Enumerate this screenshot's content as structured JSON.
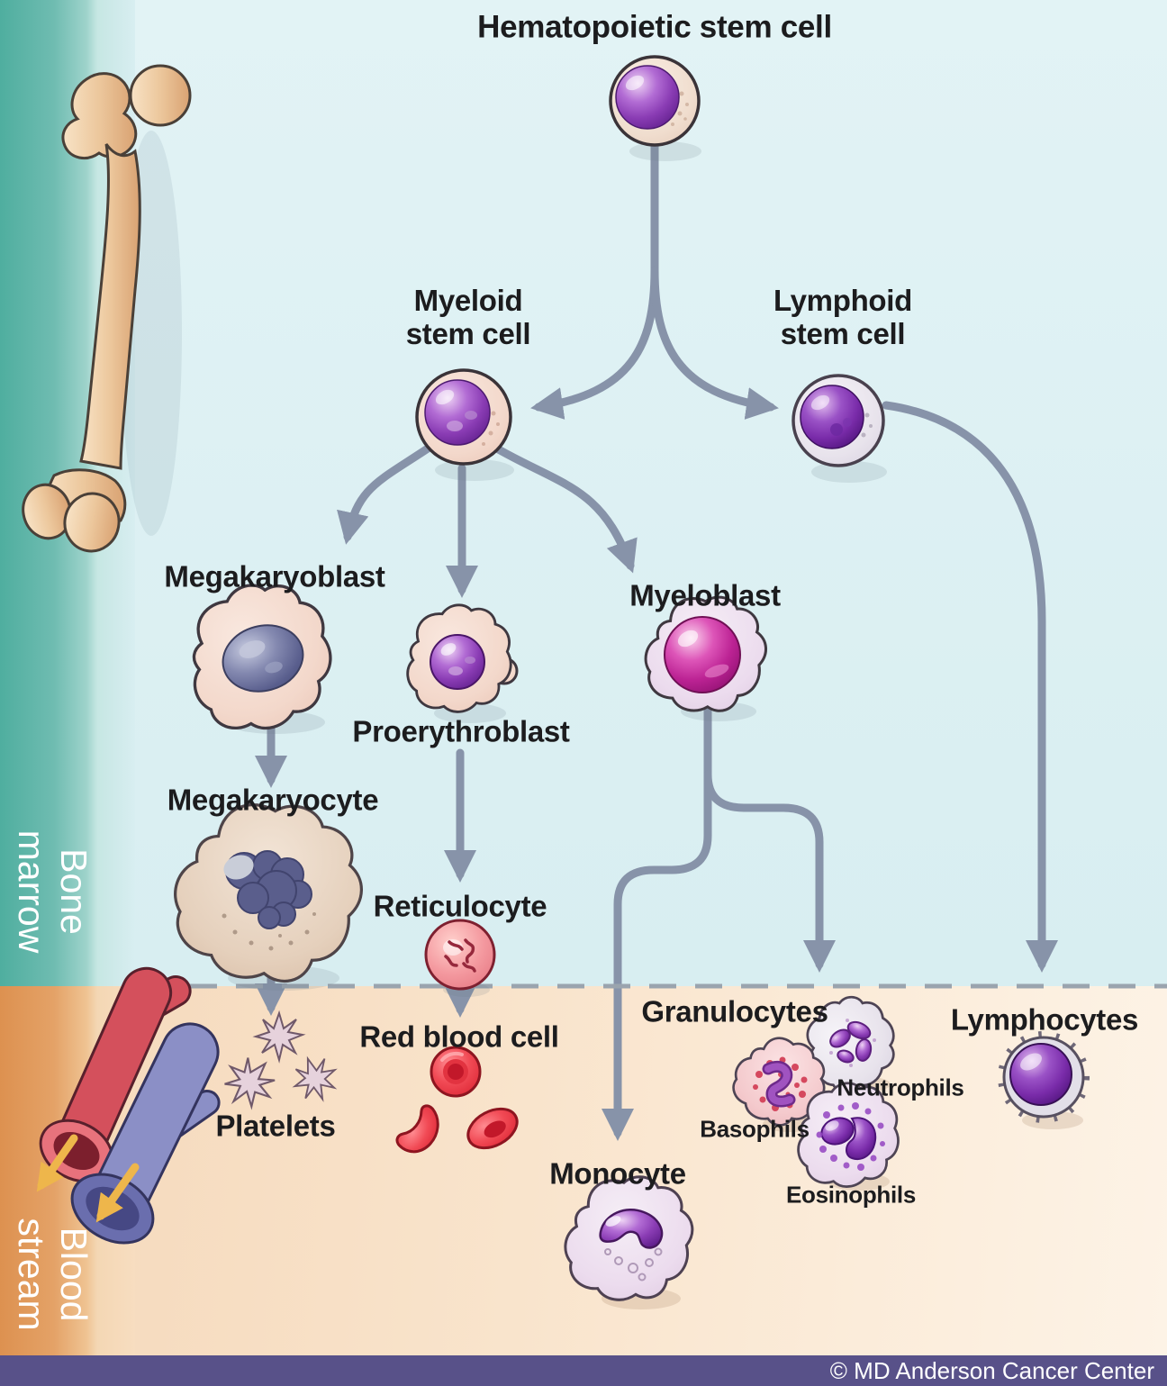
{
  "regions": {
    "bone_marrow_label": "Bone\nmarrow",
    "blood_stream_label": "Blood\nstream"
  },
  "cells": {
    "hematopoietic": "Hematopoietic stem cell",
    "myeloid": "Myeloid\nstem cell",
    "lymphoid": "Lymphoid\nstem cell",
    "megakaryoblast": "Megakaryoblast",
    "proerythroblast": "Proerythroblast",
    "myeloblast": "Myeloblast",
    "megakaryocyte": "Megakaryocyte",
    "reticulocyte": "Reticulocyte",
    "platelets": "Platelets",
    "red_blood_cell": "Red blood cell",
    "monocyte": "Monocyte",
    "granulocytes": "Granulocytes",
    "neutrophils": "Neutrophils",
    "basophils": "Basophils",
    "eosinophils": "Eosinophils",
    "lymphocytes": "Lymphocytes"
  },
  "footer": {
    "copyright": "© MD Anderson Cancer Center"
  },
  "colors": {
    "connector": "#8793a9",
    "dashed_divider": "#9aa4ae",
    "bone_marrow_bg": "#d9eff2",
    "blood_stream_bg": "#f8e3cb",
    "bone_marrow_strip": "#4fae9f",
    "blood_stream_strip": "#dd9150",
    "footer_bar": "#585189",
    "nucleus_purple": "#8a3cb4",
    "nucleus_magenta": "#bc2394",
    "red_blood_cell": "#e02838"
  }
}
